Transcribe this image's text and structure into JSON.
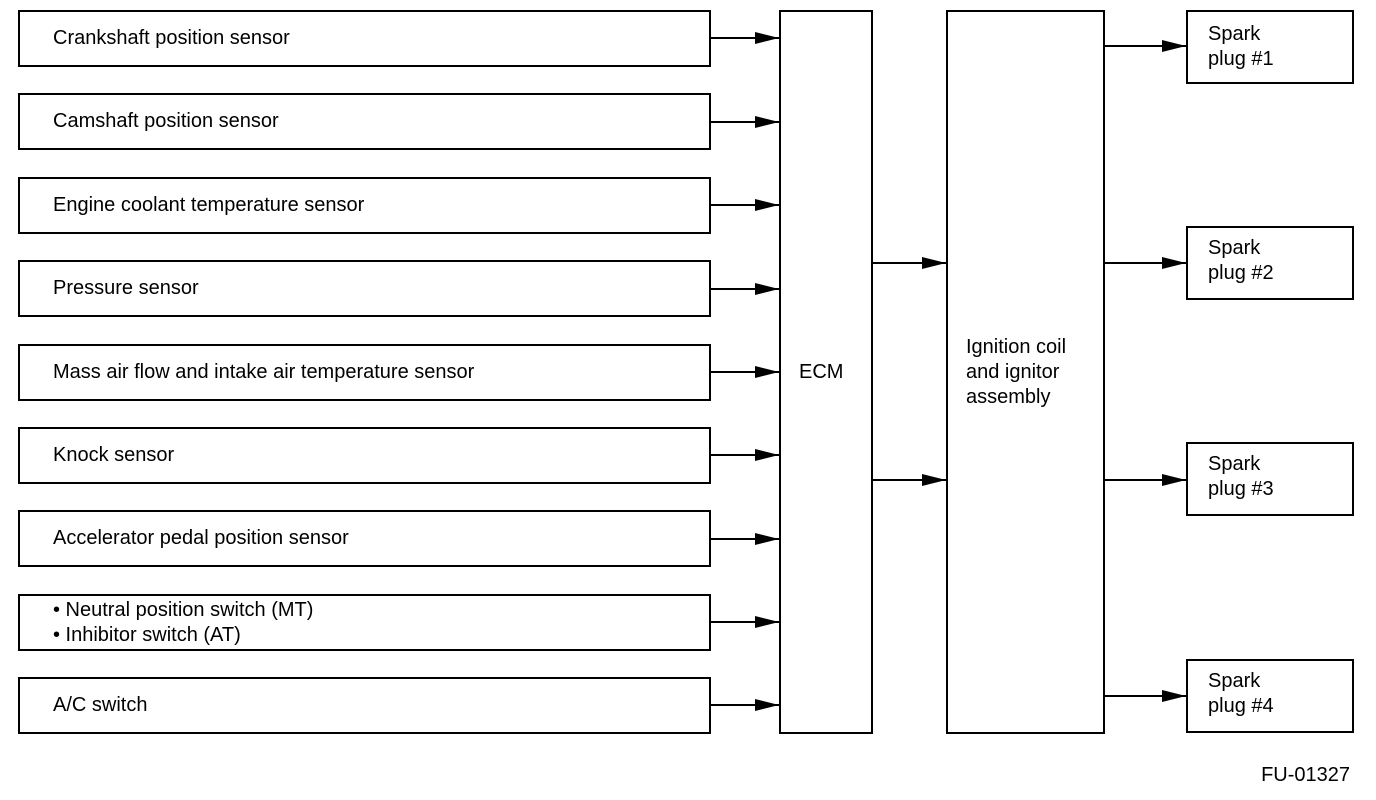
{
  "inputs": [
    {
      "lines": [
        "Crankshaft position sensor"
      ]
    },
    {
      "lines": [
        "Camshaft position sensor"
      ]
    },
    {
      "lines": [
        "Engine coolant temperature sensor"
      ]
    },
    {
      "lines": [
        "Pressure sensor"
      ]
    },
    {
      "lines": [
        "Mass air flow and intake air temperature sensor"
      ]
    },
    {
      "lines": [
        "Knock sensor"
      ]
    },
    {
      "lines": [
        "Accelerator pedal position sensor"
      ]
    },
    {
      "lines": [
        "• Neutral position switch (MT)",
        "• Inhibitor switch (AT)"
      ]
    },
    {
      "lines": [
        "A/C switch"
      ]
    }
  ],
  "ecm": {
    "label": "ECM"
  },
  "ignition": {
    "lines": [
      "Ignition coil",
      "and ignitor",
      "assembly"
    ]
  },
  "outputs": [
    {
      "lines": [
        "Spark",
        "plug #1"
      ]
    },
    {
      "lines": [
        "Spark",
        "plug #2"
      ]
    },
    {
      "lines": [
        "Spark",
        "plug #3"
      ]
    },
    {
      "lines": [
        "Spark",
        "plug #4"
      ]
    }
  ],
  "figure_ref": "FU-01327"
}
